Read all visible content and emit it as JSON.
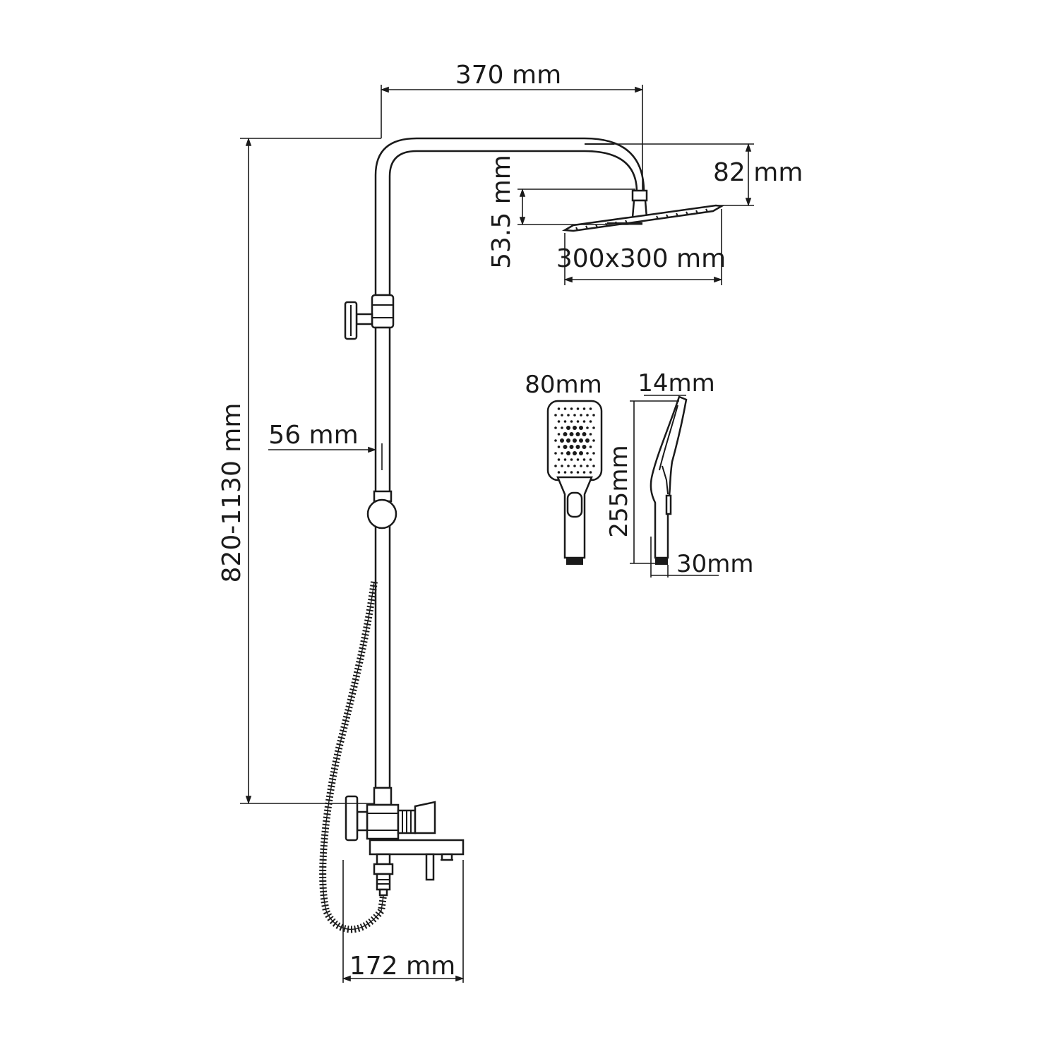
{
  "dimensions": {
    "arm_reach": "370 mm",
    "arm_drop": "82 mm",
    "head_height": "53.5 mm",
    "head_size": "300x300 mm",
    "hand_width": "80mm",
    "hand_thickness": "14mm",
    "hand_length": "255mm",
    "hand_base": "30mm",
    "wall_offset": "56 mm",
    "column_height": "820-1130 mm",
    "spout_length": "172 mm"
  },
  "colors": {
    "line": "#1a1a1a",
    "background": "#ffffff"
  }
}
